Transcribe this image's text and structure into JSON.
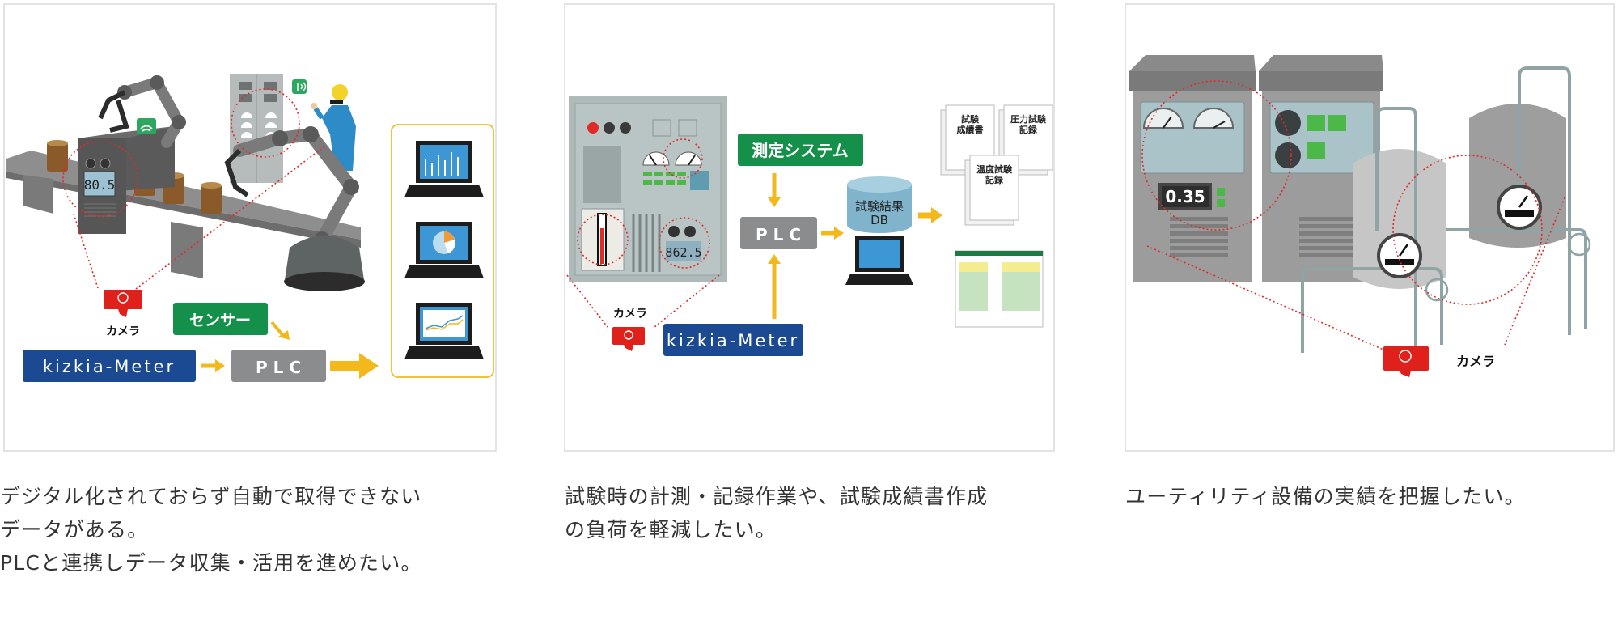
{
  "cards": [
    {
      "id": "factory-line",
      "figure": {
        "camera_label": "カメラ",
        "sensor_label": "センサー",
        "kizkia_label": "kizkia-Meter",
        "plc_label": "P L C",
        "meter_reading": "80.5",
        "output_screens": [
          "bar-chart",
          "pie-chart",
          "line-chart"
        ]
      },
      "caption_lines": [
        "デジタル化されておらず自動で取得できない",
        "データがある。",
        "PLCと連携しデータ収集・活用を進めたい。"
      ]
    },
    {
      "id": "test-measurement",
      "figure": {
        "camera_label": "カメラ",
        "system_label": "測定システム",
        "kizkia_label": "kizkia-Meter",
        "plc_label": "P L C",
        "db_label_line1": "試験結果",
        "db_label_line2": "DB",
        "meter_reading": "862.5",
        "documents": [
          {
            "line1": "試験",
            "line2": "成績書"
          },
          {
            "line1": "圧力試験",
            "line2": "記録"
          },
          {
            "line1": "温度試験",
            "line2": "記録"
          }
        ]
      },
      "caption_lines": [
        "試験時の計測・記録作業や、試験成績書作成",
        "の負荷を軽減したい。"
      ]
    },
    {
      "id": "utility-equipment",
      "figure": {
        "camera_label": "カメラ",
        "meter_reading": "0.35"
      },
      "caption_lines": [
        "ユーティリティ設備の実績を把握したい。"
      ]
    }
  ],
  "colors": {
    "kizkia_blue": "#1b4a93",
    "sensor_green": "#15904a",
    "plc_gray": "#8a8c8d",
    "arrow_yellow": "#f2b81c",
    "camera_red": "#e0201b",
    "border": "#e3e3e3",
    "text": "#333333"
  }
}
